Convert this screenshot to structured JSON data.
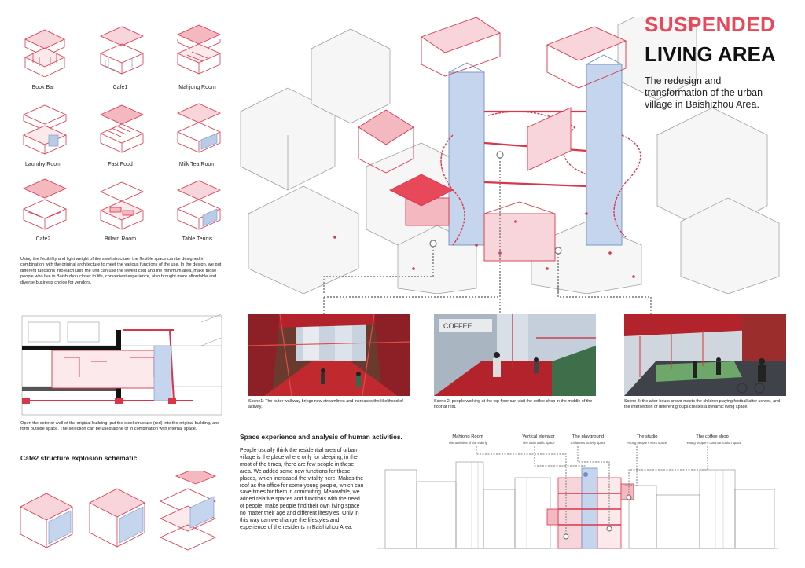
{
  "header": {
    "title_line1": "SUSPENDED",
    "title_line2": "LIVING AREA",
    "subtitle": "The redesign and transformation of the urban village in Baishizhou Area."
  },
  "units": [
    {
      "label": "Book Bar"
    },
    {
      "label": "Cafe1"
    },
    {
      "label": "Mahjong Room"
    },
    {
      "label": "Laundry Room"
    },
    {
      "label": "Fast Food"
    },
    {
      "label": "Milk Tea Room"
    },
    {
      "label": "Cafe2"
    },
    {
      "label": "Billard Room"
    },
    {
      "label": "Table Tennis"
    }
  ],
  "intro_text": "Using the flexibility and light weight of the steel structure, the flexible space can be designed in combination with the original architecture to meet the various functions of the use. In the design, we put different functions into each unit, the unit can use the lowest cost and the minimum area, make those people who live in Baishizhou closer to life, convenient experience, also brought more affordable and diverse business choice for vendors.",
  "section_caption": "Open the exterior wall of the original building, put the steel structure (red) into the original building, and form outside space. The selection can be used alone or in combination with internal space.",
  "explosion_title": "Cafe2 structure explosion schematic",
  "scenes": [
    {
      "caption": "Scene1: The outer walkway brings new streamlines and increases the likelihood of activity."
    },
    {
      "caption": "Scene 2: people working at the top floor can visit the coffee shop in the middle of the floor at rest.",
      "sign": "COFFEE"
    },
    {
      "caption": "Scene 3: the after-hours crowd meets the children playing football after school, and the intersection of different groups creates a dynamic living space."
    }
  ],
  "analysis": {
    "heading": "Space experience and analysis of human activities.",
    "body": "People usually think the residential area of urban village is the place where only for sleeping, in the most of the times, there are few people in these area. We added some new functions for these places, which increased the vitality here. Makes the roof as the office for some young people, which can save times for them in commuting. Meanwhile, we added relative spaces and functions with the need of people, make people find their own living space no matter their age and different lifestyles. Only in this way can we change the lifestyles and experience of the residents in Baishizhou Area."
  },
  "elevation_labels": [
    {
      "title": "Mahjong Room",
      "sub": "The activities of the elderly"
    },
    {
      "title": "Vertical elevator",
      "sub": "The main traffic space"
    },
    {
      "title": "The playground",
      "sub": "Children's activity space"
    },
    {
      "title": "The studio",
      "sub": "Young people's work space"
    },
    {
      "title": "The coffee shop",
      "sub": "Young people's communication space"
    }
  ],
  "colors": {
    "accent": "#e8495a",
    "structure": "#d9364a",
    "glass": "#b9cbe6",
    "building": "#f2f2f2",
    "line": "#666666"
  }
}
